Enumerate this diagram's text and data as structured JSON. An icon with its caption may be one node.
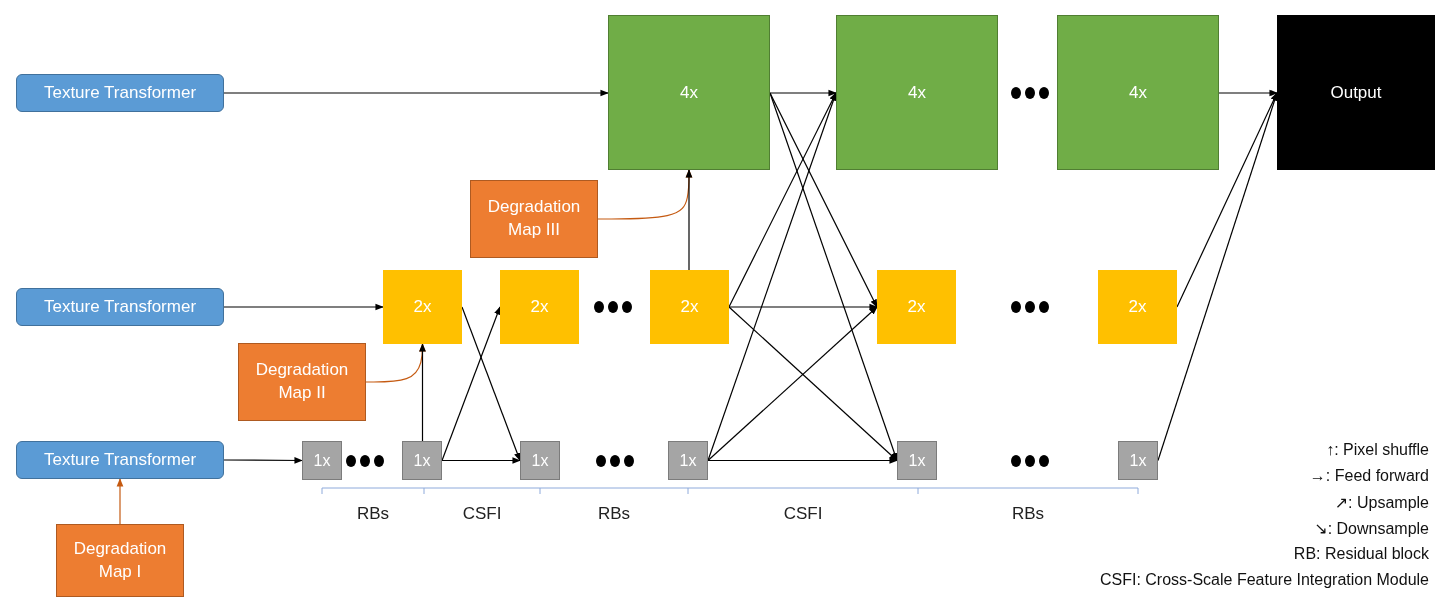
{
  "diagram": {
    "nodes": [
      {
        "text": [
          "Texture Transformer"
        ]
      },
      {
        "text": [
          "Texture Transformer"
        ]
      },
      {
        "text": [
          "Texture Transformer"
        ]
      },
      {
        "text": [
          "4x"
        ]
      },
      {
        "text": [
          "4x"
        ]
      },
      {
        "text": [
          "4x"
        ]
      },
      {
        "text": [
          "Output"
        ]
      },
      {
        "text": [
          "Degradation Map III"
        ]
      },
      {
        "text": [
          "2x"
        ]
      },
      {
        "text": [
          "2x"
        ]
      },
      {
        "text": [
          "2x"
        ]
      },
      {
        "text": [
          "2x"
        ]
      },
      {
        "text": [
          "2x"
        ]
      },
      {
        "text": [
          "Degradation Map II"
        ]
      },
      {
        "text": [
          "1x"
        ]
      },
      {
        "text": [
          "1x"
        ]
      },
      {
        "text": [
          "1x"
        ]
      },
      {
        "text": [
          "1x"
        ]
      },
      {
        "text": [
          "1x"
        ]
      },
      {
        "text": [
          "1x"
        ]
      },
      {
        "text": [
          "Degradation Map I"
        ]
      }
    ],
    "edges": [
      {
        "from": 0,
        "to": 3,
        "arrow": "to"
      },
      {
        "from": 1,
        "to": 8,
        "arrow": "to"
      },
      {
        "from": 2,
        "to": 14,
        "arrow": "to"
      },
      {
        "from": 20,
        "to": 2,
        "arrow": "to",
        "color": "#c55a11"
      },
      {
        "from": 13,
        "to": 8,
        "arrow": "to",
        "color": "#c55a11"
      },
      {
        "from": 7,
        "to": 3,
        "arrow": "to",
        "color": "#c55a11"
      },
      {
        "from": 15,
        "to": 8,
        "arrow": "to"
      },
      {
        "from": 15,
        "to": 9,
        "arrow": "to"
      },
      {
        "from": 15,
        "to": 16,
        "arrow": "to"
      },
      {
        "from": 8,
        "to": 16,
        "arrow": "to"
      },
      {
        "from": 10,
        "to": 3,
        "arrow": "to"
      },
      {
        "from": 3,
        "to": 4,
        "arrow": "to"
      },
      {
        "from": 3,
        "to": 11,
        "arrow": "to"
      },
      {
        "from": 3,
        "to": 18,
        "arrow": "to"
      },
      {
        "from": 10,
        "to": 4,
        "arrow": "to"
      },
      {
        "from": 10,
        "to": 11,
        "arrow": "to"
      },
      {
        "from": 10,
        "to": 18,
        "arrow": "to"
      },
      {
        "from": 17,
        "to": 4,
        "arrow": "to"
      },
      {
        "from": 17,
        "to": 11,
        "arrow": "to"
      },
      {
        "from": 17,
        "to": 18,
        "arrow": "to"
      },
      {
        "from": 5,
        "to": 6,
        "arrow": "to"
      },
      {
        "from": 12,
        "to": 6,
        "arrow": "to"
      },
      {
        "from": 19,
        "to": 6,
        "arrow": "to"
      }
    ],
    "labels": [
      "RBs",
      "CSFI",
      "RBs",
      "CSFI",
      "RBs"
    ],
    "legend": [
      {
        "text": "↑: Pixel shuffle"
      },
      {
        "text": "→: Feed forward"
      },
      {
        "text": "↗: Upsample"
      },
      {
        "text": "↘: Downsample"
      },
      {
        "text": "RB: Residual block"
      },
      {
        "text": "CSFI: Cross-Scale Feature Integration Module"
      }
    ]
  }
}
